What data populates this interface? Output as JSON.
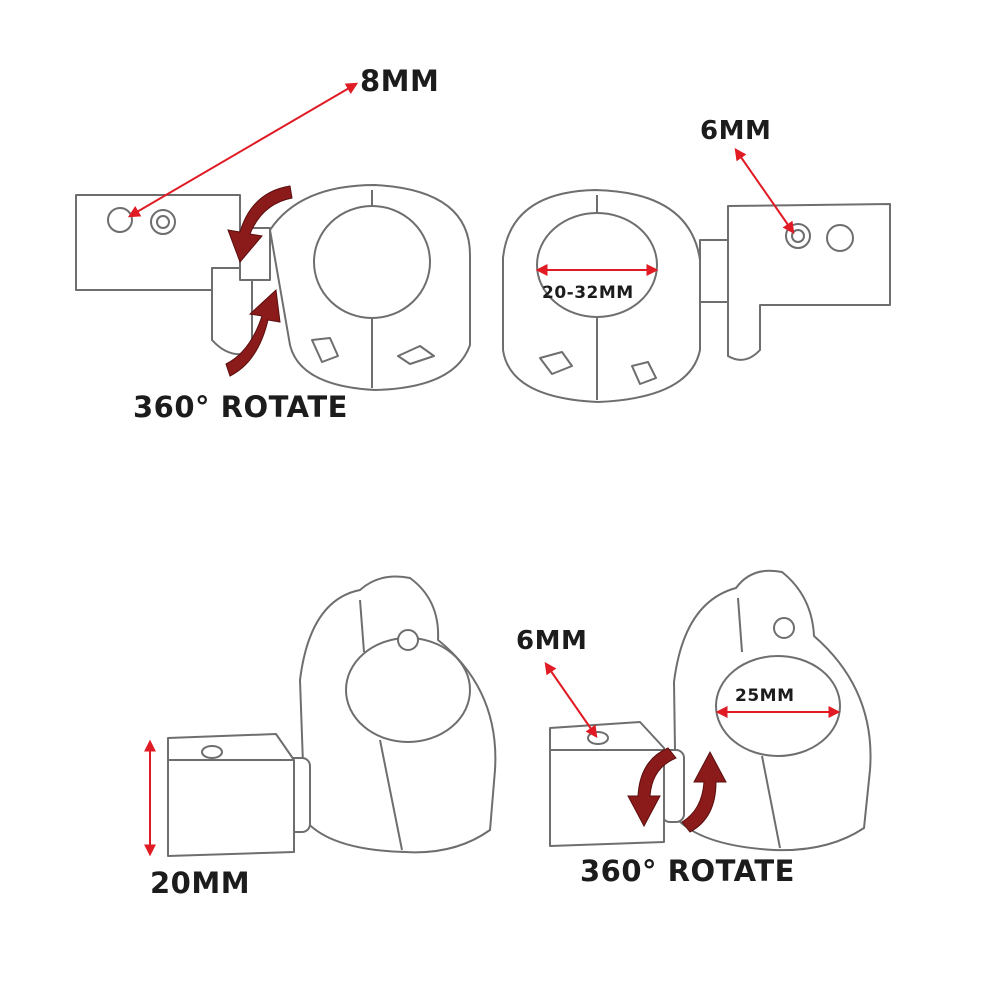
{
  "labels": {
    "top_left_bolt": "8MM",
    "top_right_bolt": "6MM",
    "top_clamp_range": "20-32MM",
    "top_rotate": "360° ROTATE",
    "bottom_right_bolt": "6MM",
    "bottom_clamp": "25MM",
    "bottom_height": "20MM",
    "bottom_rotate": "360° ROTATE"
  },
  "colors": {
    "arrow_red": "#e01b24",
    "rotate_arrow": "#8b1a1a",
    "outline": "#6e6e6e",
    "text": "#1c1c1c"
  }
}
